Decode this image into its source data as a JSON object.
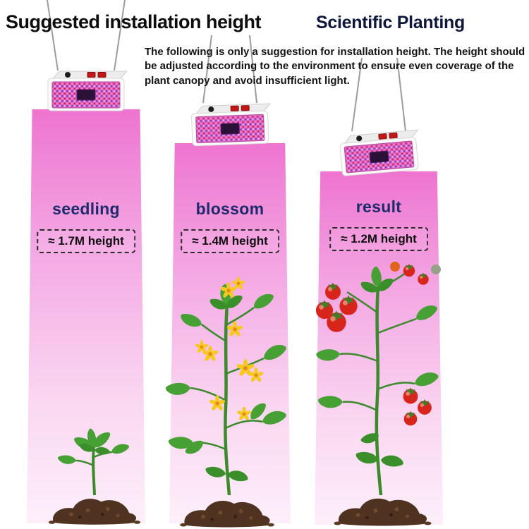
{
  "header": {
    "title_left": "Suggested installation height",
    "title_right": "Scientific Planting",
    "subtitle": "The following is only a suggestion for installation height. The height should be adjusted according to the environment to ensure even coverage of the plant canopy and avoid insufficient light."
  },
  "stages": [
    {
      "label": "seedling",
      "height": "≈ 1.7M height"
    },
    {
      "label": "blossom",
      "height": "≈ 1.4M height"
    },
    {
      "label": "result",
      "height": "≈ 1.2M height"
    }
  ],
  "illustrations": {
    "lamp": "led-grow-light",
    "beam": "pink-grow-light-beam",
    "wires": "hanging-wires",
    "plants": [
      "seedling-plant",
      "blossom-plant-with-yellow-flowers",
      "tomato-plant-with-red-fruits"
    ],
    "soil": "soil-mound"
  },
  "colors": {
    "beam_top": "#ee74d0",
    "beam_bottom": "#fdeffa",
    "stage_label": "#1d2a6b",
    "title": "#0d0d0d",
    "title_accent": "#10173d",
    "leaf_green": "#46a033",
    "stem_green": "#3c8a2c",
    "flower_yellow": "#f8c822",
    "tomato_red": "#d8251c",
    "soil_brown": "#4f3320",
    "led_panel_pink": "#de66c0",
    "switch_red": "#c21717"
  }
}
